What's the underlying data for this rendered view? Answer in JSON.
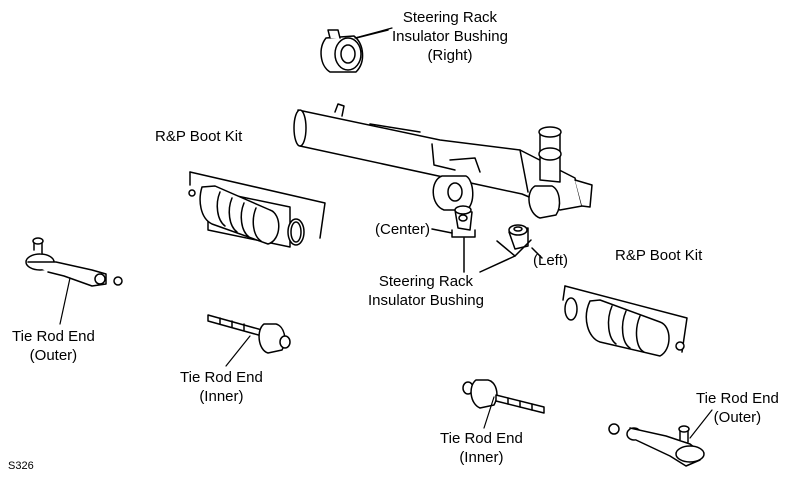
{
  "diagram_code": "S326",
  "labels": {
    "bushing_right": [
      "Steering Rack",
      "Insulator Bushing",
      "(Right)"
    ],
    "boot_kit_left": "R&P Boot Kit",
    "boot_kit_right": "R&P Boot Kit",
    "center": "(Center)",
    "left": "(Left)",
    "bushing_center_left": [
      "Steering Rack",
      "Insulator Bushing"
    ],
    "tie_rod_outer_left": [
      "Tie Rod End",
      "(Outer)"
    ],
    "tie_rod_inner_left": [
      "Tie Rod End",
      "(Inner)"
    ],
    "tie_rod_inner_right": [
      "Tie Rod End",
      "(Inner)"
    ],
    "tie_rod_outer_right": [
      "Tie Rod End",
      "(Outer)"
    ]
  }
}
